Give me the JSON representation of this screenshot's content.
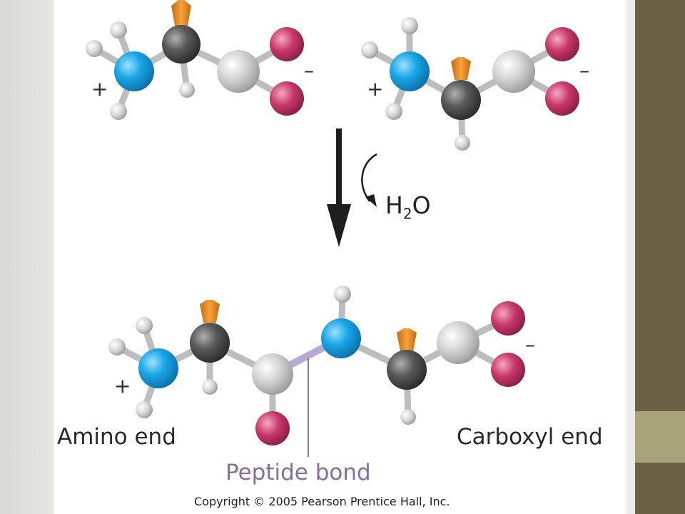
{
  "labels": {
    "amino_end": "Amino end",
    "carboxyl_end": "Carboxyl end",
    "peptide_bond": "Peptide bond",
    "copyright": "Copyright © 2005 Pearson Prentice Hall, Inc.",
    "water_main": "H",
    "water_sub": "2",
    "water_tail": "O"
  },
  "charges": {
    "plus": "+",
    "minus": "–"
  },
  "colors": {
    "nitrogen": "#1aa7e8",
    "carbon_alpha": "#4a4a4a",
    "carbon_carbonyl": "#c8c8c8",
    "oxygen": "#c8386a",
    "hydrogen": "#d6d6d6",
    "side_chain": "#f08a1e",
    "peptide_bond": "#b8a8d8",
    "sidebar": "#6b6246",
    "sidebar_accent": "#a8a27a"
  }
}
